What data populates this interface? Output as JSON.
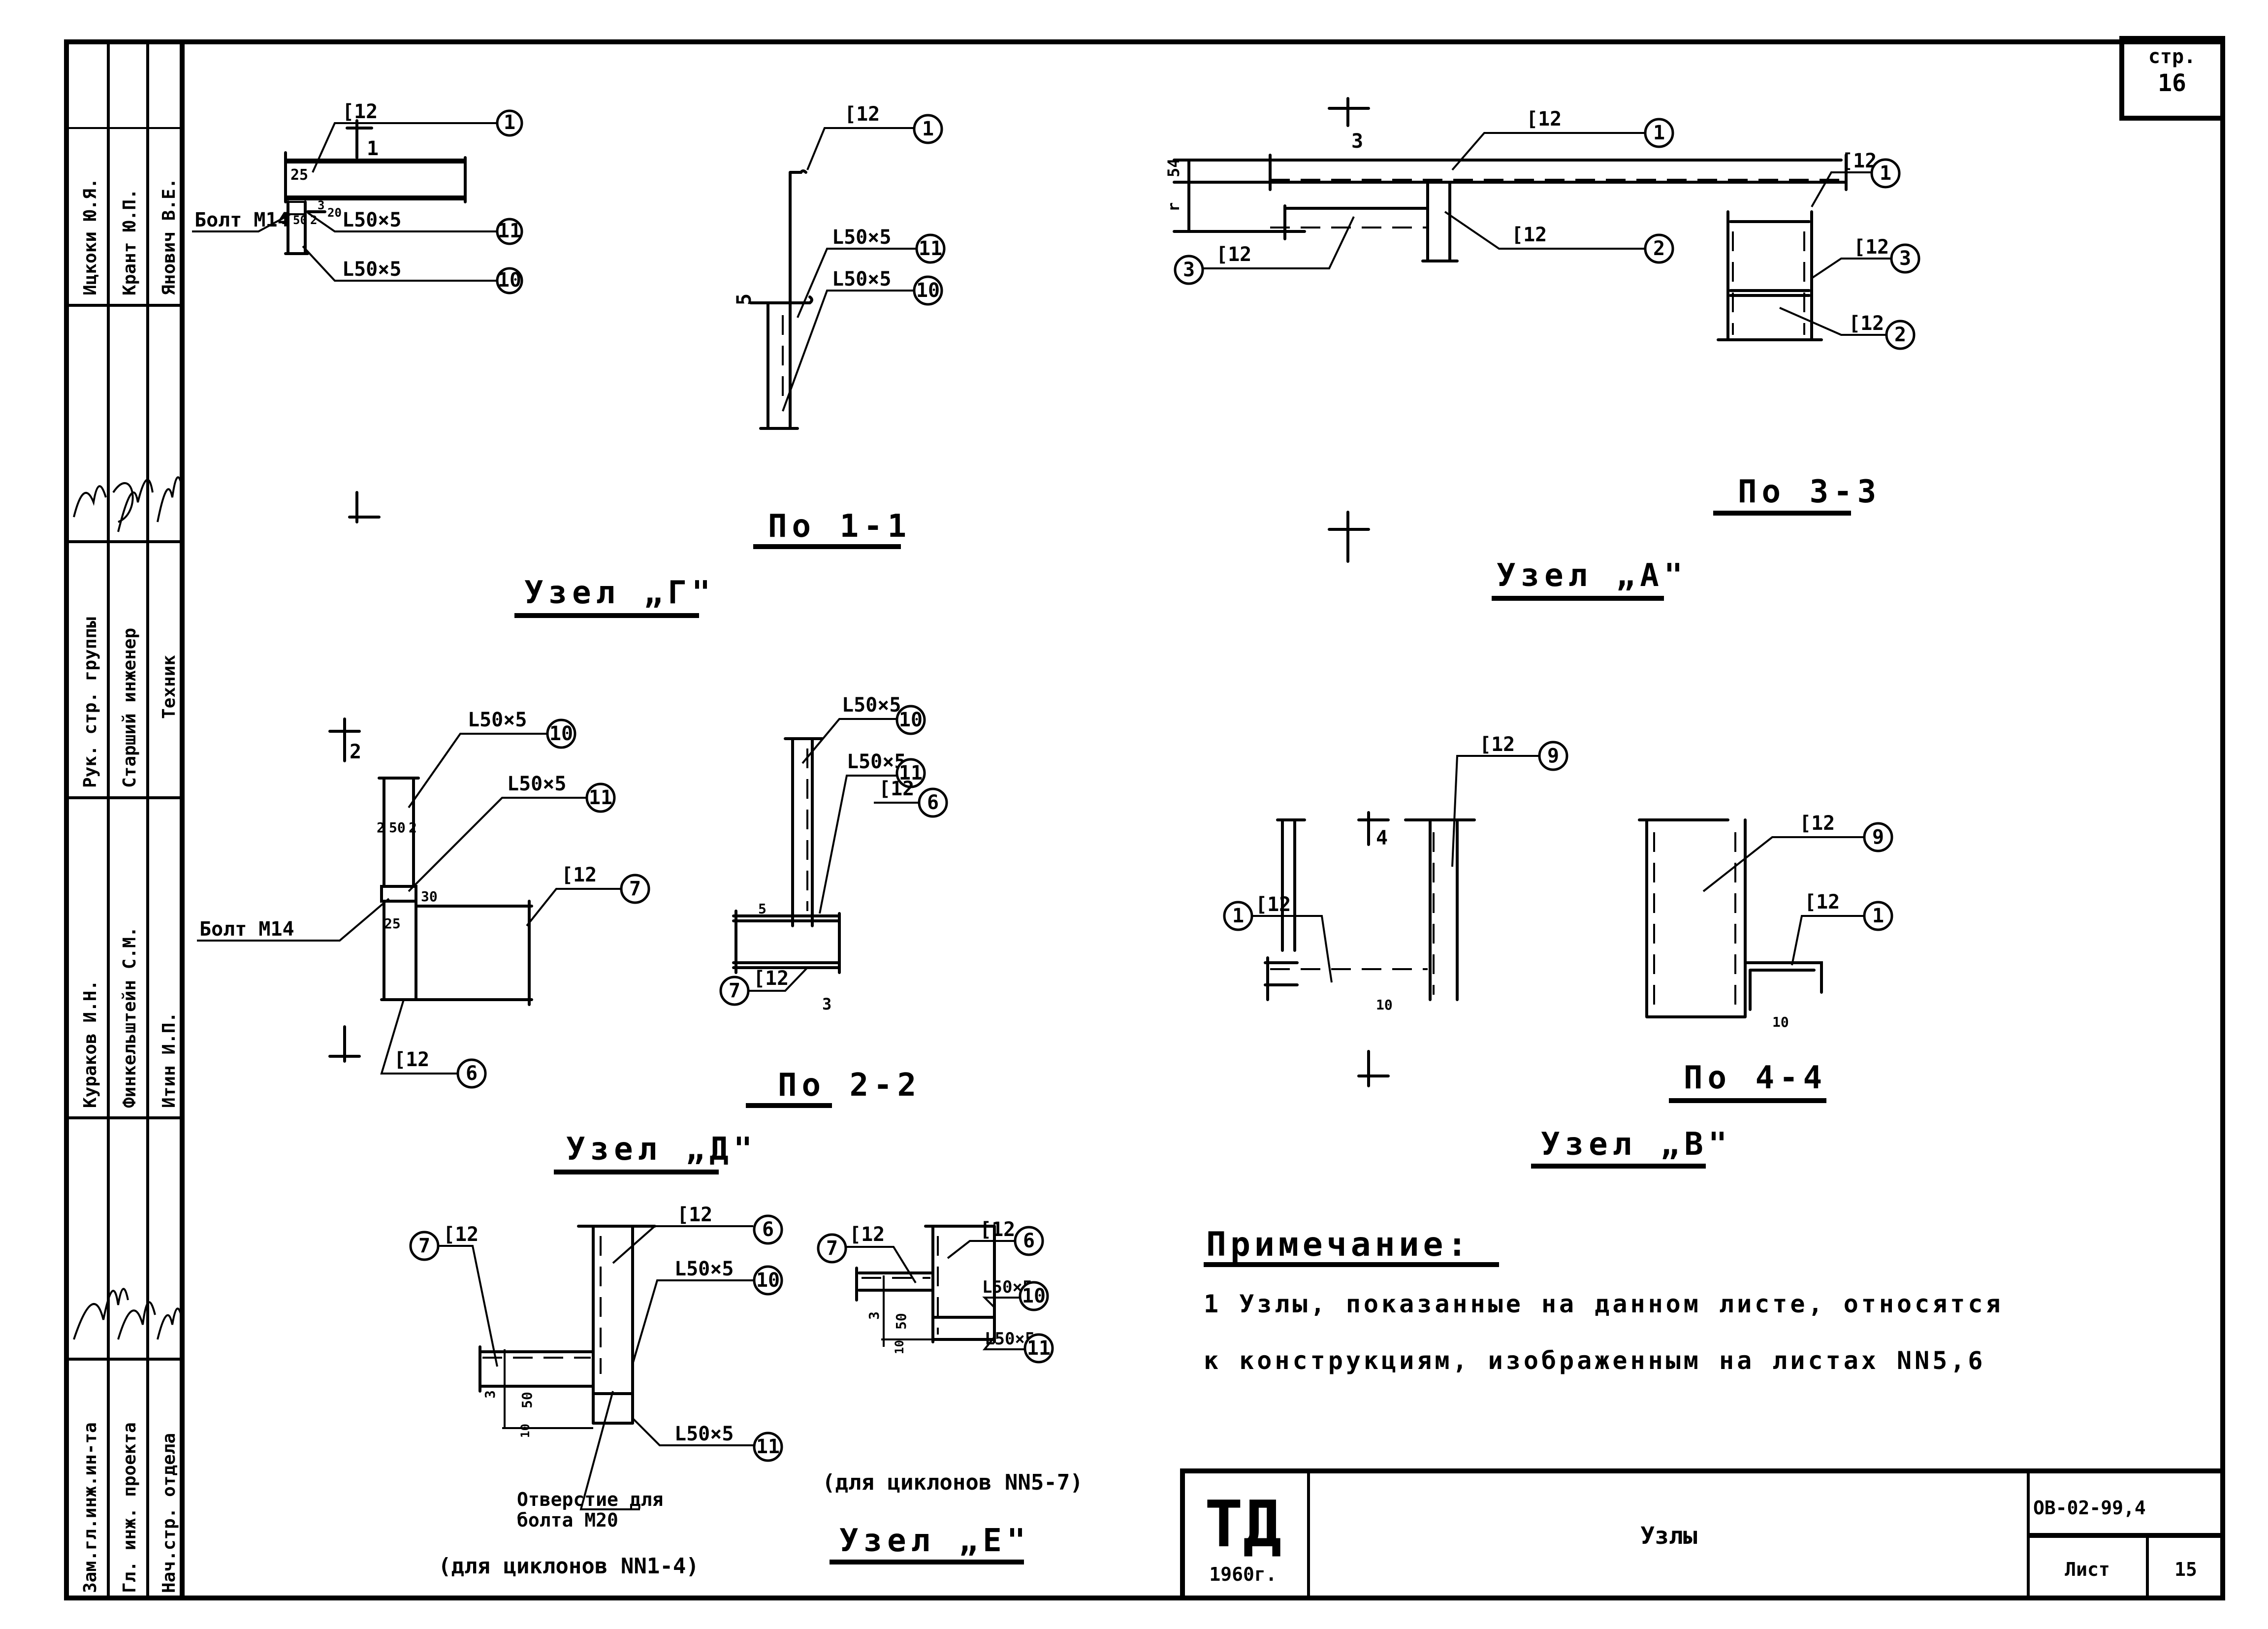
{
  "sheet": {
    "page_label": "стр.",
    "page_number": "16",
    "org_mark": "ТД",
    "year": "1960г.",
    "title": "Узлы",
    "doc_code": "ОВ-02-99,4",
    "sheet_label": "Лист",
    "sheet_number": "15"
  },
  "side_stamp": {
    "roles": [
      "Зам.гл.инж.ин-та",
      "Гл. инж. проекта",
      "Нач.стр. отдела",
      "Рук. стр. группы",
      "Старший инженер",
      "Техник"
    ],
    "names": [
      "Кураков И.Н.",
      "Финкельштейн С.М.",
      "Итин И.П.",
      "Ицкоки Ю.Я.",
      "Крант Ю.П.",
      "Янович В.Е."
    ],
    "signatures": [
      "signature-1",
      "signature-2",
      "signature-3",
      "signature-4",
      "signature-5",
      "signature-6"
    ]
  },
  "details": {
    "uzel_g": {
      "title": "Узел „Г\"",
      "section_mark": "1",
      "bolt": "Болт М14",
      "dims": [
        "25",
        "3",
        "20",
        "2",
        "50",
        "2"
      ],
      "callouts": [
        {
          "profile": "[12",
          "num": "1"
        },
        {
          "profile": "L50×5",
          "num": "11"
        },
        {
          "profile": "L50×5",
          "num": "10"
        }
      ]
    },
    "po_1_1": {
      "title": "По 1-1",
      "dims": [
        "5"
      ],
      "callouts": [
        {
          "profile": "[12",
          "num": "1"
        },
        {
          "profile": "L50×5",
          "num": "11"
        },
        {
          "profile": "L50×5",
          "num": "10"
        }
      ]
    },
    "uzel_a": {
      "title": "Узел „А\"",
      "section_mark": "3",
      "dims": [
        "54",
        "r"
      ],
      "callouts": [
        {
          "profile": "[12",
          "num": "1"
        },
        {
          "profile": "[12",
          "num": "2"
        },
        {
          "profile": "[12",
          "num": "3"
        }
      ]
    },
    "po_3_3": {
      "title": "По 3-3",
      "callouts": [
        {
          "profile": "[12",
          "num": "1"
        },
        {
          "profile": "[12",
          "num": "3"
        },
        {
          "profile": "[12",
          "num": "2"
        }
      ]
    },
    "uzel_d": {
      "title": "Узел „Д\"",
      "section_mark": "2",
      "bolt": "Болт М14",
      "dims": [
        "2",
        "50",
        "2",
        "30",
        "25"
      ],
      "callouts": [
        {
          "profile": "L50×5",
          "num": "10"
        },
        {
          "profile": "L50×5",
          "num": "11"
        },
        {
          "profile": "[12",
          "num": "7"
        },
        {
          "profile": "[12",
          "num": "6"
        }
      ]
    },
    "po_2_2": {
      "title": "По 2-2",
      "dims": [
        "5",
        "3"
      ],
      "callouts": [
        {
          "profile": "L50×5",
          "num": "10"
        },
        {
          "profile": "L50×5",
          "num": "11"
        },
        {
          "profile": "[12",
          "num": "6"
        },
        {
          "profile": "[12",
          "num": "7"
        }
      ]
    },
    "uzel_v": {
      "title": "Узел „В\"",
      "section_mark": "4",
      "dims": [
        "10"
      ],
      "callouts": [
        {
          "profile": "[12",
          "num": "9"
        },
        {
          "profile": "[12",
          "num": "1"
        }
      ]
    },
    "po_4_4": {
      "title": "По 4-4",
      "dims": [
        "10"
      ],
      "callouts": [
        {
          "profile": "[12",
          "num": "9"
        },
        {
          "profile": "[12",
          "num": "1"
        }
      ]
    },
    "uzel_e": {
      "title": "Узел „Е\"",
      "variant_1": {
        "caption": "(для циклонов NN1-4)",
        "hole_note_1": "Отверстие для",
        "hole_note_2": "болта М20",
        "dims": [
          "3",
          "50",
          "10"
        ],
        "callouts": [
          {
            "profile": "[12",
            "num": "7"
          },
          {
            "profile": "[12",
            "num": "6"
          },
          {
            "profile": "L50×5",
            "num": "10"
          },
          {
            "profile": "L50×5",
            "num": "11"
          }
        ]
      },
      "variant_2": {
        "caption": "(для циклонов NN5-7)",
        "dims": [
          "3",
          "50",
          "10"
        ],
        "callouts": [
          {
            "profile": "[12",
            "num": "7"
          },
          {
            "profile": "[12",
            "num": "6"
          },
          {
            "profile": "L50×5",
            "num": "10"
          },
          {
            "profile": "L50×5",
            "num": "11"
          }
        ]
      }
    }
  },
  "note": {
    "heading": "Примечание:",
    "line_1": "1 Узлы, показанные на данном листе, относятся",
    "line_2": "к конструкциям, изображенным на листах NN5,6"
  }
}
